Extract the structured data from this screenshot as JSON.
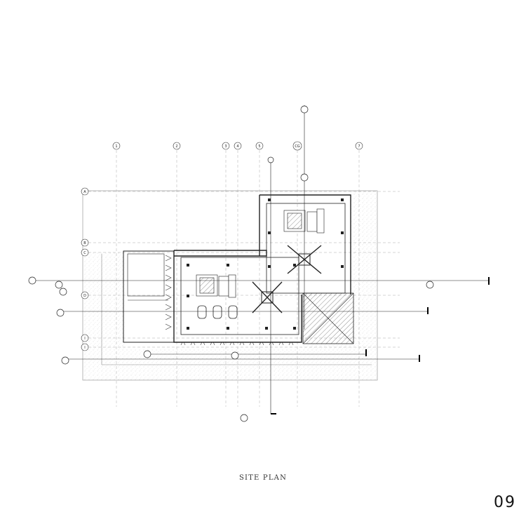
{
  "drawing": {
    "title": "SITE PLAN",
    "page_number": "09",
    "grid_columns": [
      "1",
      "2",
      "3",
      "4",
      "5",
      "CG",
      "7"
    ],
    "grid_rows": [
      "A",
      "B",
      "C",
      "D",
      "I",
      "I"
    ]
  }
}
